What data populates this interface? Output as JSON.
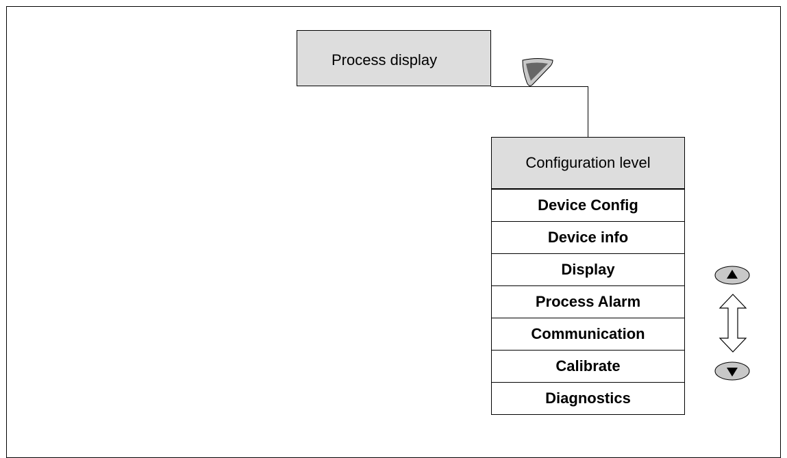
{
  "process_display": {
    "label": "Process display"
  },
  "config": {
    "header": "Configuration level",
    "items": [
      "Device Config",
      "Device info",
      "Display",
      "Process Alarm",
      "Communication",
      "Calibrate",
      "Diagnostics"
    ]
  },
  "icons": {
    "enter_key": "enter-key-icon",
    "scroll_up": "up-key-icon",
    "scroll_down": "down-key-icon",
    "scroll_range": "up-down-arrow-icon"
  },
  "colors": {
    "box_fill": "#dddddd",
    "key_fill": "#c8c8c8",
    "enter_key_fill": "#777777"
  }
}
